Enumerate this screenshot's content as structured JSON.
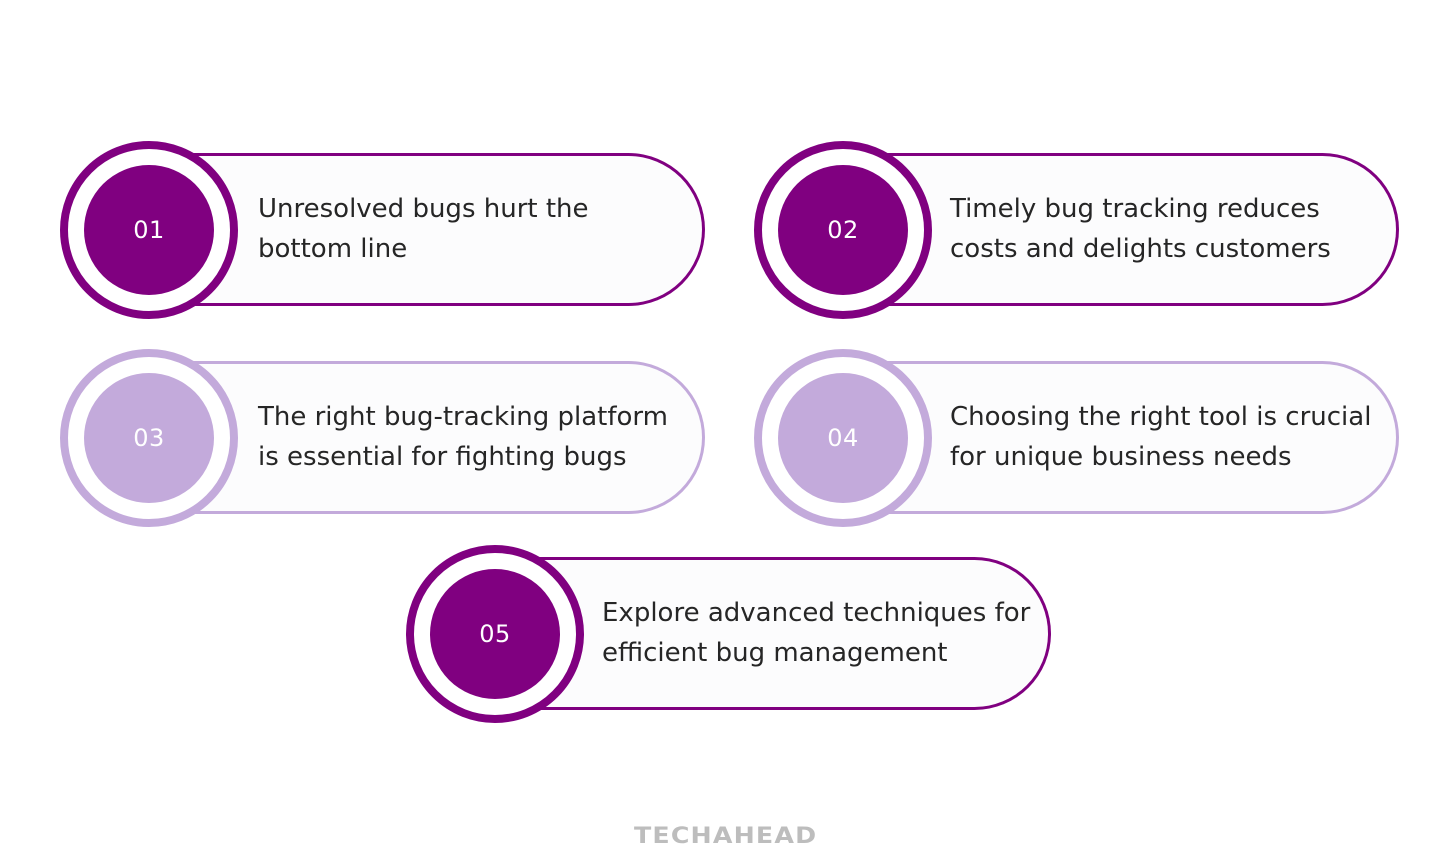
{
  "colors": {
    "primary": "#800080",
    "light": "#c3aadb",
    "pill_fill": "#fcfcfd",
    "text": "#262626",
    "logo": "#bdbdbd"
  },
  "items": [
    {
      "number": "01",
      "text": "Unresolved bugs hurt the bottom line",
      "style": "dark"
    },
    {
      "number": "02",
      "text": "Timely bug tracking reduces costs and delights customers",
      "style": "dark"
    },
    {
      "number": "03",
      "text": "The right bug-tracking platform is essential for fighting bugs",
      "style": "light"
    },
    {
      "number": "04",
      "text": "Choosing the right tool is crucial for unique business needs",
      "style": "light"
    },
    {
      "number": "05",
      "text": "Explore advanced techniques for efficient bug management",
      "style": "dark"
    }
  ],
  "footer": {
    "logo": "TECHAHEAD"
  }
}
